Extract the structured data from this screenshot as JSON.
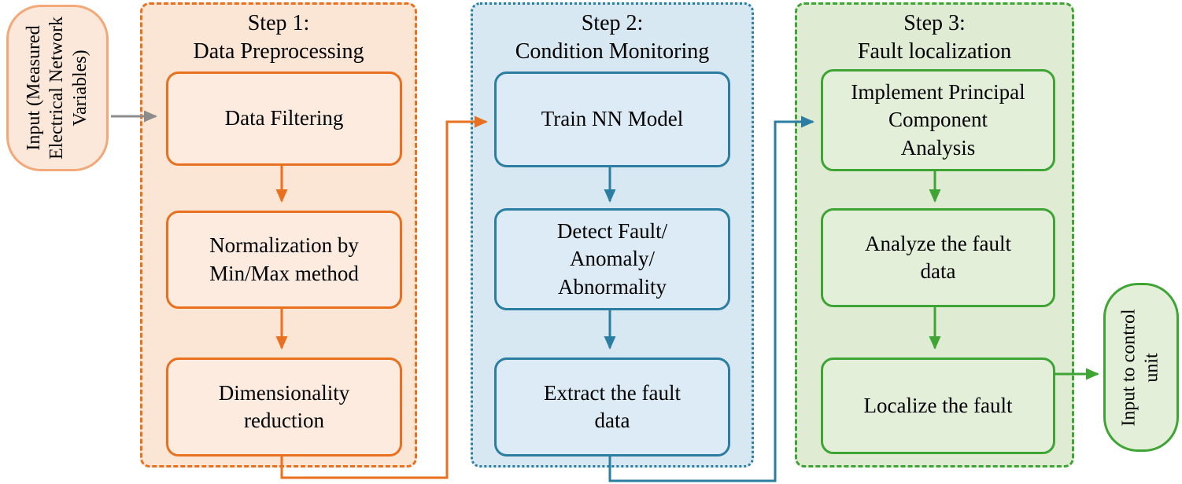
{
  "input_node": {
    "label": "Input (Measured\nElectrical Network\nVariables)",
    "fill": "#FCE8DA",
    "border": "#F2A878"
  },
  "output_node": {
    "label": "Input to control\nunit",
    "fill": "#E3EFD8",
    "border": "#3EA535"
  },
  "steps": [
    {
      "title_line1": "Step 1:",
      "title_line2": "Data Preprocessing",
      "boxes": [
        "Data Filtering",
        "Normalization by\nMin/Max method",
        "Dimensionality\nreduction"
      ],
      "accent": "#E8701E",
      "fill": "#FBE5D4",
      "border_style": "dashed"
    },
    {
      "title_line1": "Step 2:",
      "title_line2": "Condition Monitoring",
      "boxes": [
        "Train NN Model",
        "Detect Fault/\nAnomaly/\nAbnormality",
        "Extract the fault\ndata"
      ],
      "accent": "#2B7EA1",
      "fill": "#D7E8F2",
      "border_style": "dotted"
    },
    {
      "title_line1": "Step 3:",
      "title_line2": "Fault localization",
      "boxes": [
        "Implement Principal\nComponent\nAnalysis",
        "Analyze the fault\ndata",
        "Localize the fault"
      ],
      "accent": "#3EA535",
      "fill": "#DFEBD2",
      "border_style": "dashed"
    }
  ],
  "connectors": {
    "input_arrow_color": "#8C8C8C",
    "step1_arrow_color": "#E8701E",
    "step2_arrow_color": "#2B7EA1",
    "step3_arrow_color": "#3EA535"
  }
}
